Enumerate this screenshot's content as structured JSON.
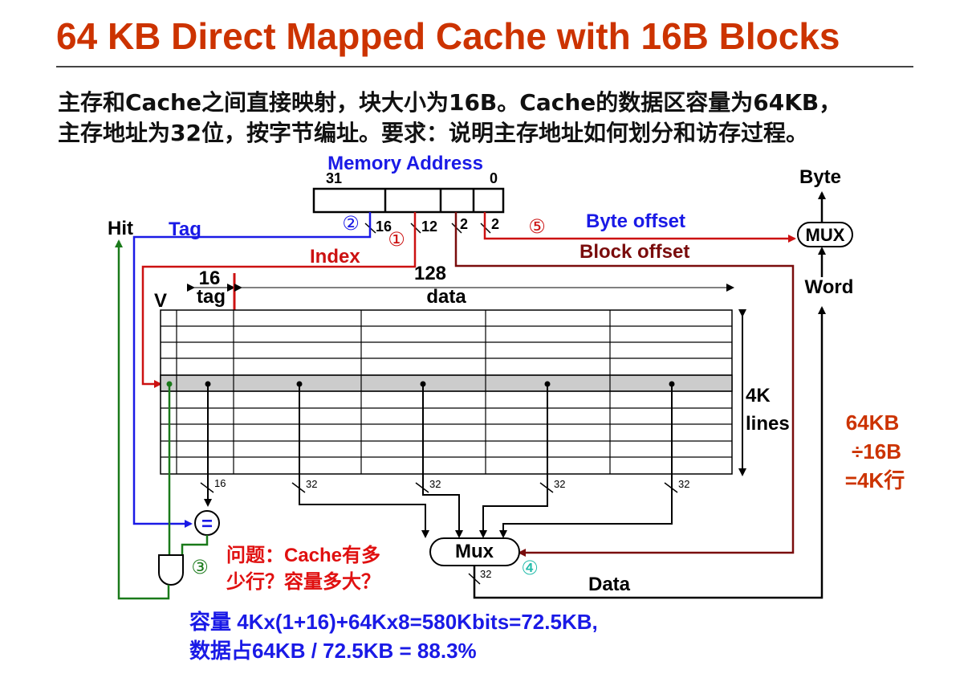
{
  "title": "64 KB Direct Mapped Cache with 16B Blocks",
  "problem": {
    "line1": "主存和Cache之间直接映射，块大小为16B。Cache的数据区容量为64KB，",
    "line2": "主存地址为32位，按字节编址。要求：说明主存地址如何划分和访存过程。"
  },
  "address": {
    "label": "Memory Address",
    "bit_high": "31",
    "bit_low": "0",
    "field_widths": [
      "16",
      "12",
      "2",
      "2"
    ]
  },
  "labels": {
    "hit": "Hit",
    "tag": "Tag",
    "index": "Index",
    "byte_offset": "Byte offset",
    "block_offset": "Block offset",
    "byte": "Byte",
    "word": "Word",
    "data_bus": "Data",
    "mux_small": "MUX",
    "mux_big": "Mux",
    "compare": "=",
    "lines_count": "4K",
    "lines_word": "lines",
    "v": "V",
    "tag_bits": "16",
    "tag_col": "tag",
    "data_bits": "128",
    "data_col": "data"
  },
  "bus_widths": {
    "tag_out": "16",
    "word_out": "32",
    "mux_out": "32"
  },
  "steps": [
    "①",
    "②",
    "③",
    "④",
    "⑤"
  ],
  "side_calc": [
    "64KB",
    "÷16B",
    "=4K行"
  ],
  "question": [
    "问题：Cache有多",
    "少行？容量多大？"
  ],
  "answer": [
    "容量 4Kx(1+16)+64Kx8=580Kbits=72.5KB,",
    "数据占64KB / 72.5KB = 88.3%"
  ],
  "colors": {
    "title": "#cc3300",
    "blue": "#1a1ae6",
    "red": "#cc1111",
    "dark_red": "#7a0c0c",
    "green": "#1a7a1a",
    "teal": "#22bbaa",
    "orange": "#cc3300",
    "highlight_row": "#cccccc"
  }
}
